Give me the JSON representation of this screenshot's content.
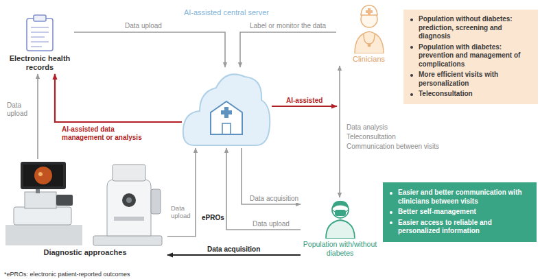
{
  "diagram": {
    "nodes": [
      {
        "text": [
          "Electronic health records"
        ]
      },
      {
        "text": [
          "AI-assisted central server"
        ]
      },
      {
        "text": [
          "Clinicians"
        ]
      },
      {
        "text": [
          "Population without diabetes: prediction, screening and diagnosis",
          "Population with diabetes: prevention and management of complications",
          "More efficient visits with personalization",
          "Teleconsultation"
        ]
      },
      {
        "text": [
          "Population with/without diabetes"
        ]
      },
      {
        "text": [
          "Easier and better communication with clinicians between visits",
          "Better self-management",
          "Easier access to reliable and personalized information"
        ]
      },
      {
        "text": [
          "Diagnostic approaches"
        ]
      }
    ],
    "edges": [
      {
        "from": 0,
        "to": 1,
        "label": "Data upload",
        "arrow": "to"
      },
      {
        "from": 2,
        "to": 1,
        "label": "Label or monitor the data",
        "arrow": "to"
      },
      {
        "from": 1,
        "to": 0,
        "label": "AI-assisted data management or analysis",
        "arrow": "to"
      },
      {
        "from": 2,
        "to": 4,
        "arrow": "both"
      },
      {
        "from": 1,
        "to": 4,
        "label": "Data acquisition",
        "arrow": "to"
      },
      {
        "from": 4,
        "to": 1,
        "label": "Data upload",
        "arrow": "to"
      },
      {
        "from": 6,
        "to": 1,
        "label": "Data upload",
        "arrow": "to"
      },
      {
        "from": 6,
        "to": 0,
        "label": "Data upload",
        "arrow": "to"
      },
      {
        "from": 4,
        "to": 6,
        "label": "Data acquisition",
        "arrow": "to"
      }
    ],
    "labels": [
      "AI-assisted",
      "Data analysis",
      "Teleconsultation",
      "Communication between visits",
      "ePROs",
      "*ePROs: electronic patient-reported outcomes"
    ]
  }
}
